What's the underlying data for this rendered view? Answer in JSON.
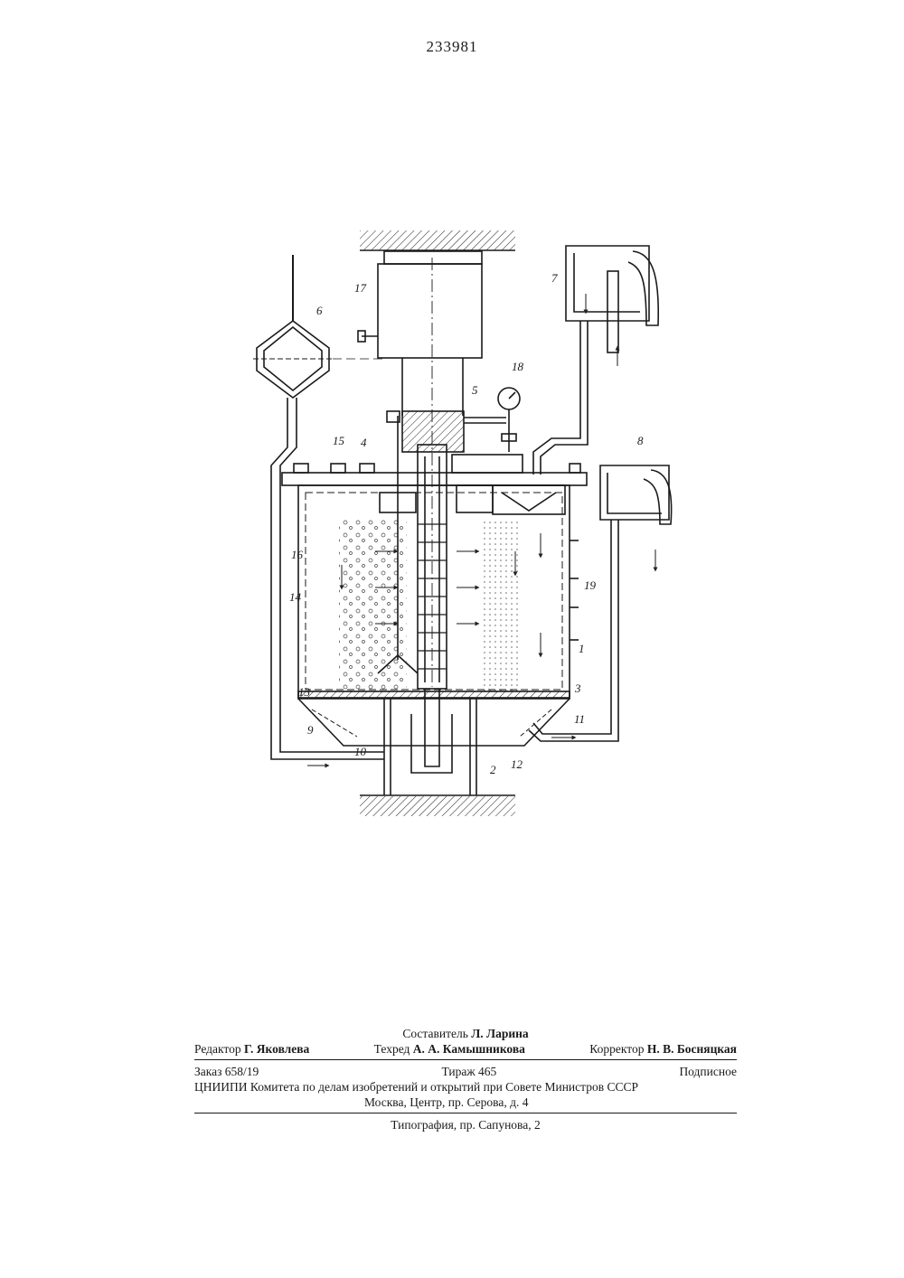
{
  "patent_number": "233981",
  "part_labels": {
    "l1": "1",
    "l2": "2",
    "l3": "3",
    "l4": "4",
    "l5": "5",
    "l6": "6",
    "l7": "7",
    "l8": "8",
    "l9": "9",
    "l10": "10",
    "l11": "11",
    "l12": "12",
    "l13": "13",
    "l14": "14",
    "l15": "15",
    "l16": "16",
    "l17": "17",
    "l18": "18",
    "l19": "19"
  },
  "colophon": {
    "compiler_label": "Составитель",
    "compiler_name": "Л. Ларина",
    "editor_label": "Редактор",
    "editor_name": "Г. Яковлева",
    "techred_label": "Техред",
    "techred_name": "А. А. Камышникова",
    "corrector_label": "Корректор",
    "corrector_name": "Н. В. Босняцкая",
    "order": "Заказ 658/19",
    "print_run": "Тираж 465",
    "subscription": "Подписное",
    "institute": "ЦНИИПИ Комитета по делам изобретений и открытий при Совете Министров СССР",
    "address": "Москва, Центр, пр. Серова, д. 4",
    "printing_house": "Типография, пр. Сапунова, 2"
  }
}
